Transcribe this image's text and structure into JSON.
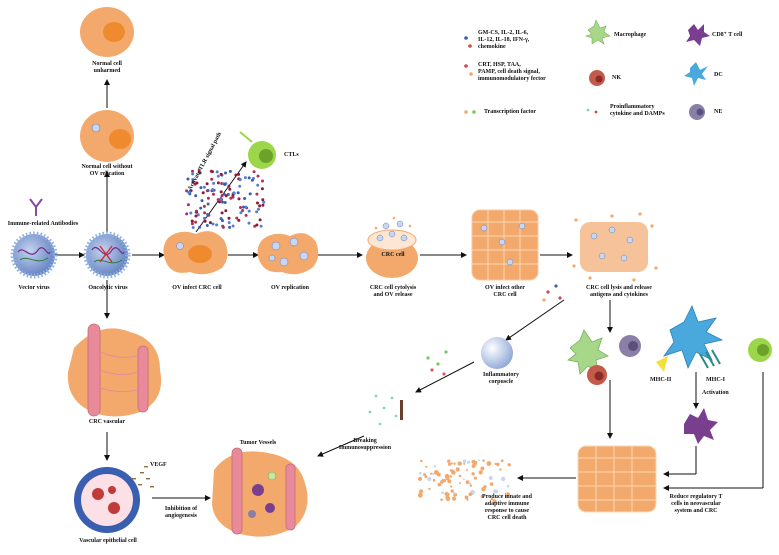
{
  "labels": {
    "normal_unharmed": "Normal cell\nunharmed",
    "normal_without_ov": "Normal cell without\nOV relication",
    "immune_antibodies": "Immune-related Antibodies",
    "vector_virus": "Vector virus",
    "oncolytic_virus": "Oncolytic virus",
    "ov_infect_crc": "OV infect CRC cell",
    "ov_replication": "OV replication",
    "crc_cytolysis": "CRC cell cytolysis\nand OV release",
    "crc_cell_tag": "CRC cell",
    "ov_infect_other": "OV infect other\nCRC cell",
    "crc_lysis_release": "CRC cell lysis and release\nantigens and cytokines",
    "activate_tlr": "Activate TLR signal path",
    "ctls": "CTLs",
    "crc_vascular": "CRC vascular",
    "vascular_epithelial": "Vascular epithelial cell",
    "vegf": "VEGF",
    "inhibition_angiogenesis": "Inhibition of\nangiogenesis",
    "tumor_vessels": "Tumor Vessels",
    "breaking_immunosuppression": "Breaking\nImmunosuppression",
    "inflammatory_corpuscle": "Inflammatory\ncorpuscle",
    "mhc_ii": "MHC-II",
    "mhc_i": "MHC-I",
    "activation": "Activation",
    "produce_innate": "Produce innate and\nadaptive immune\nresponse to cause\nCRC cell death",
    "reduce_regulatory": "Reduce regulatory T\ncells in neovascular\nsystem and CRC"
  },
  "legend": {
    "cytokines": "GM-CS, IL-2, IL-6,\nIL-12, IL-18, IFN-γ,\nchemokine",
    "crt": "CRT, HSP, TAA,\nPAMP, cell death signal,\nimmunomodulatory fector",
    "transcription": "Transcription factor",
    "macrophage": "Macrophage",
    "nk": "NK",
    "proinflammatory": "Proinflammatory\ncytokine and DAMPs",
    "cd8": "CD8⁺ T cell",
    "dc": "DC",
    "ne": "NE"
  },
  "colors": {
    "cell_orange": "#f4a96c",
    "nucleus_orange": "#ef8a2e",
    "virus_blue": "#6f8fc9",
    "vessel_pink": "#e88a9a",
    "macrophage_green": "#a7d88a",
    "cd8_purple": "#7a3e8f",
    "dc_blue": "#4aa9dc",
    "nk_red": "#c45a4a",
    "ne_purple": "#8a7fa8",
    "ctl_green": "#9cd64a",
    "antibody_purple": "#8a4aa0"
  }
}
